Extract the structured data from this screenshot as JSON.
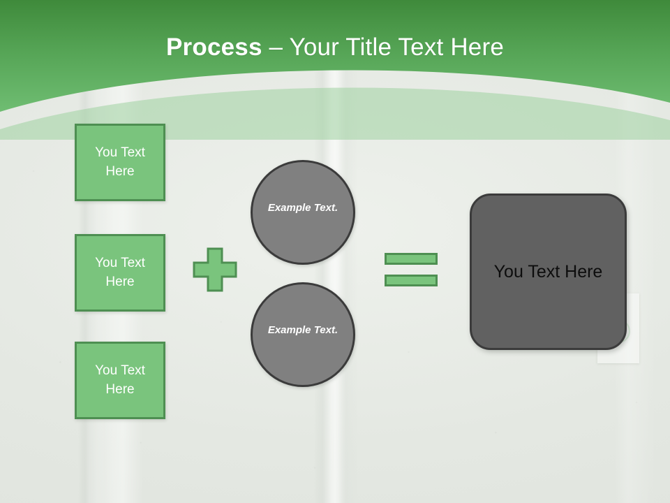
{
  "slide": {
    "title": {
      "bold_part": "Process",
      "rest_part": " – Your Title Text Here",
      "full": "Process – Your Title Text Here"
    },
    "theme": {
      "header_gradient_top": "#428b3e",
      "header_gradient_bottom": "#6cbc6f",
      "header_arc_band": "#9fd2a0",
      "background": "#e6eae5",
      "green_fill": "#7ac47d",
      "green_border": "#4e8f52",
      "circle_fill": "#808080",
      "circle_border": "#3b3b3b",
      "result_fill": "#616161",
      "result_border": "#3b3b3b",
      "title_color": "#ffffff",
      "result_text_color": "#0d0d0d"
    }
  },
  "inputs": {
    "boxes": [
      {
        "label": "You Text Here"
      },
      {
        "label": "You Text Here"
      },
      {
        "label": "You Text Here"
      }
    ]
  },
  "operators": {
    "plus": "+",
    "equals": "="
  },
  "circles": [
    {
      "label": "Example Text."
    },
    {
      "label": "Example Text."
    }
  ],
  "result": {
    "label": "You Text Here"
  }
}
